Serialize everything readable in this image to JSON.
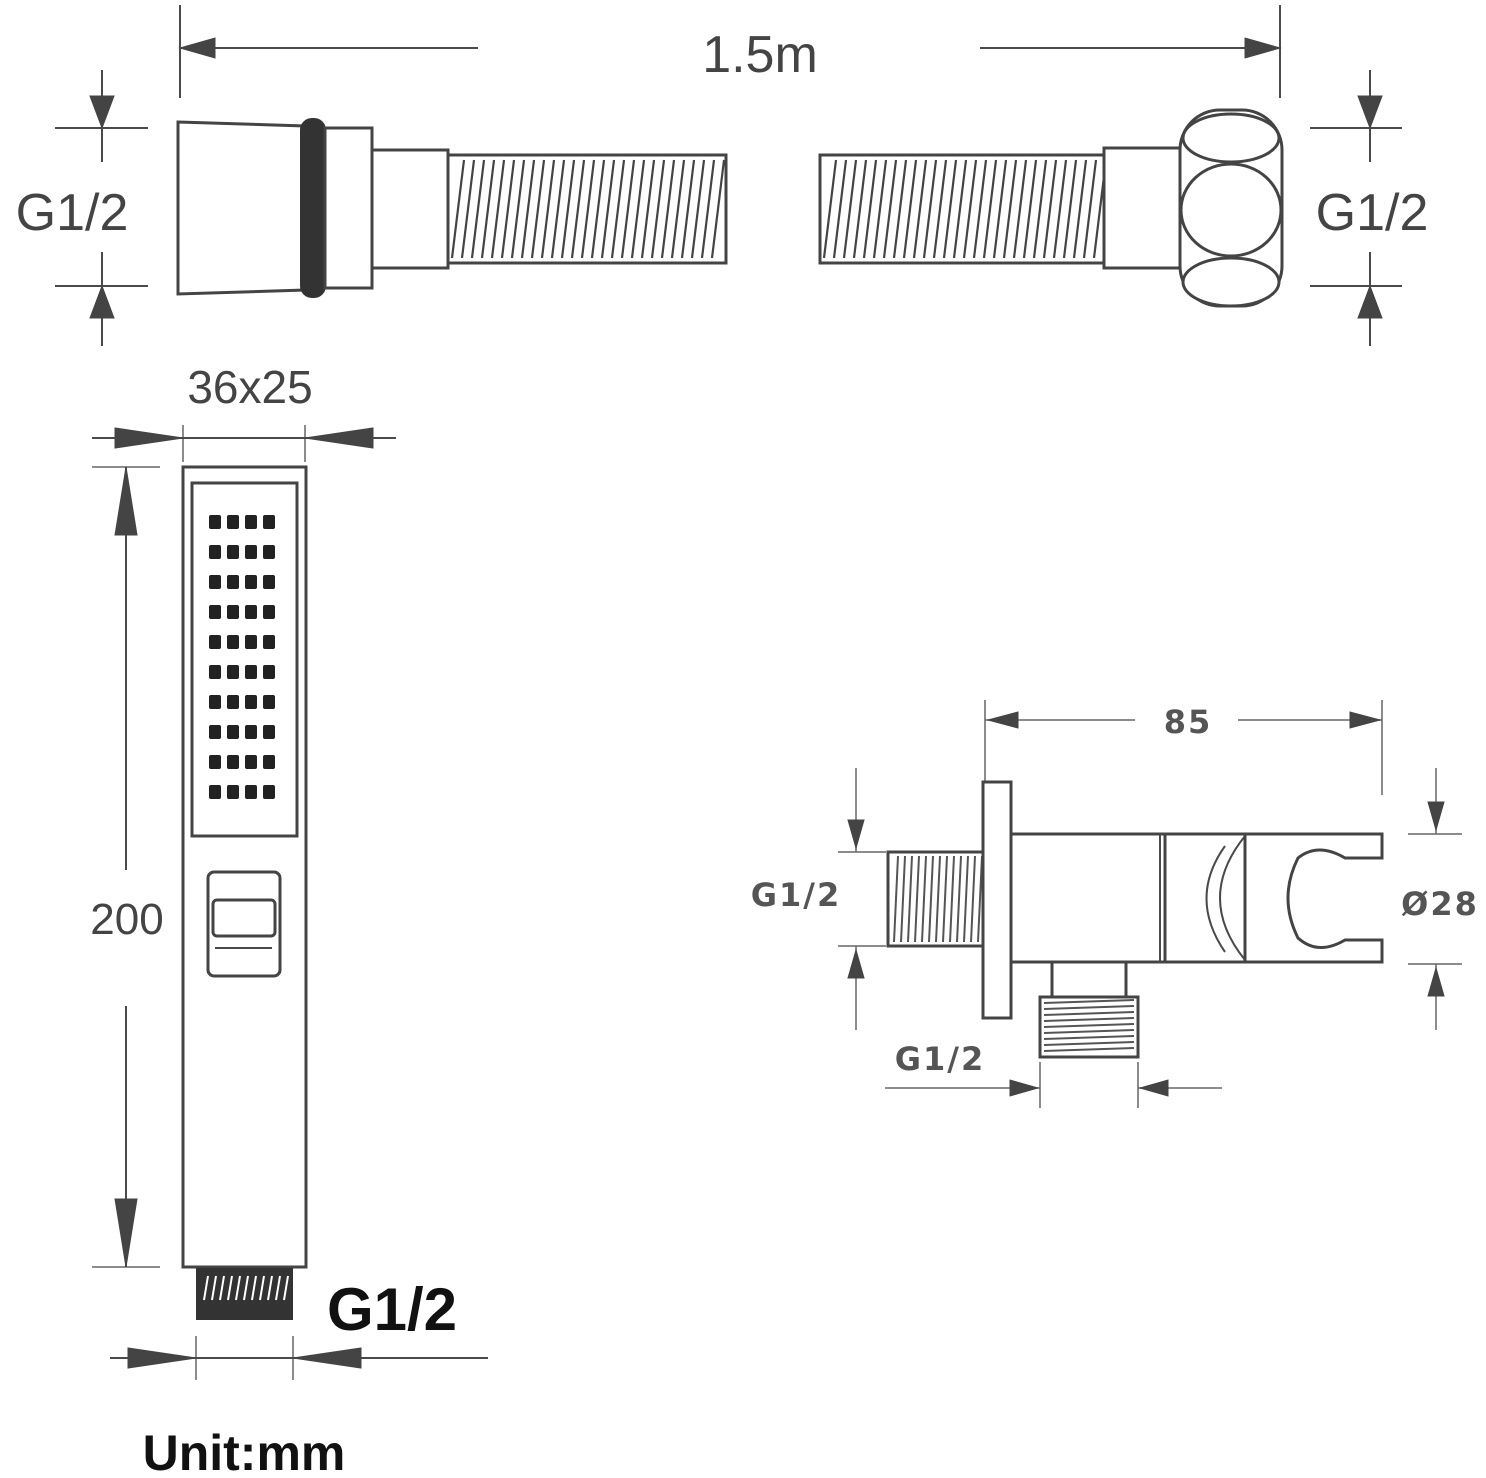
{
  "hose": {
    "length_label": "1.5m",
    "left_thread_label": "G1/2",
    "right_thread_label": "G1/2"
  },
  "handshower": {
    "section_label": "36x25",
    "length_label": "200",
    "thread_label": "G1/2"
  },
  "bracket": {
    "width_label": "85",
    "inlet_label": "G1/2",
    "outlet_label": "G1/2",
    "diameter_label": "Ø28"
  },
  "unit_label": "Unit:mm",
  "colors": {
    "line": "#4a4a4a",
    "dark_text": "#111111",
    "background": "#ffffff"
  }
}
